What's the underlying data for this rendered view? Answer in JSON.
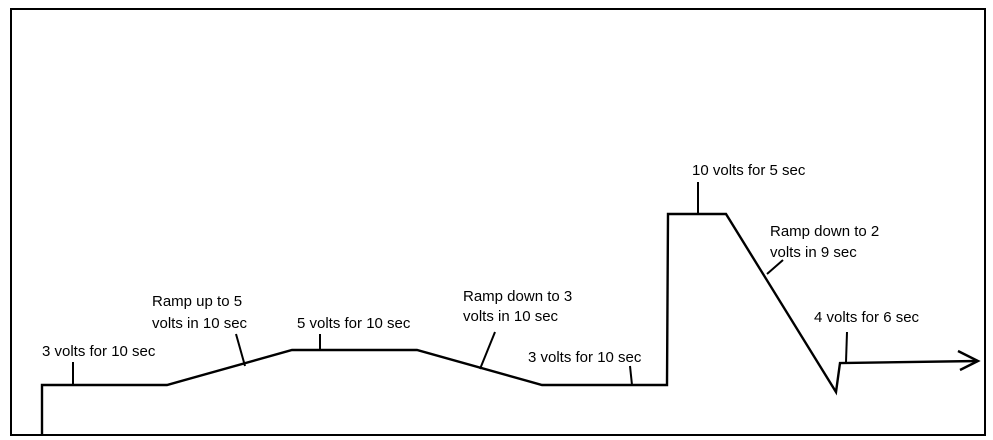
{
  "colors": {
    "ink": "#000000",
    "background": "#ffffff"
  },
  "labels": {
    "seg1": "3 volts for 10 sec",
    "seg2_line1": "Ramp up to 5",
    "seg2_line2": "volts in 10 sec",
    "seg3": "5 volts for 10 sec",
    "seg4_line1": "Ramp down to 3",
    "seg4_line2": "volts in 10 sec",
    "seg5": "3 volts for 10 sec",
    "seg6": "10 volts for 5 sec",
    "seg7_line1": "Ramp down to 2",
    "seg7_line2": "volts in 9 sec",
    "seg8": "4 volts for 6 sec"
  },
  "icons": {
    "end": "arrow-right-icon"
  }
}
